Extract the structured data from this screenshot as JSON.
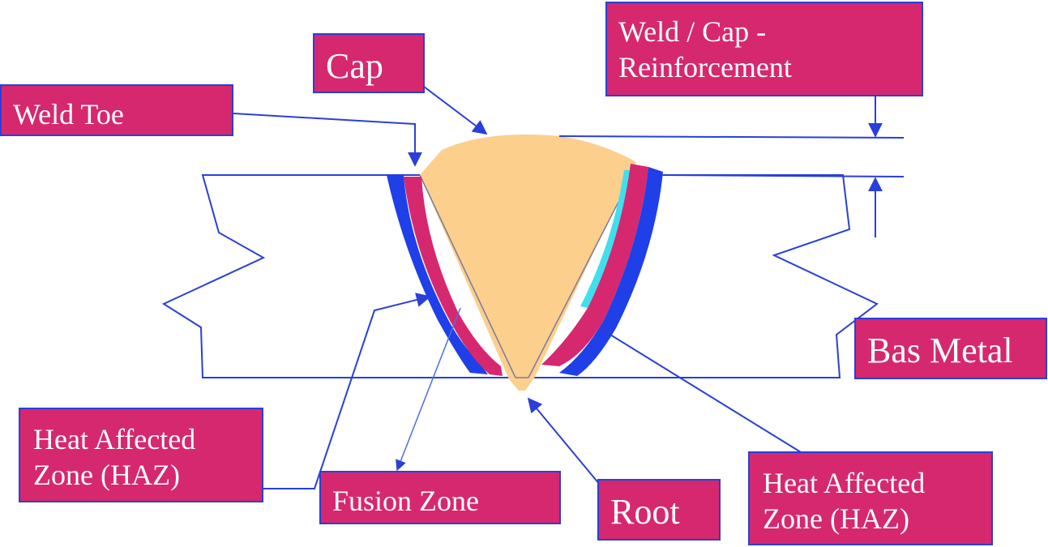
{
  "labels": {
    "cap": "Cap",
    "weld_toe": "Weld Toe",
    "reinforcement_line1": "Weld / Cap -",
    "reinforcement_line2": "Reinforcement",
    "base_metal": "Bas Metal",
    "haz_left_line1": "Heat Affected",
    "haz_left_line2": "Zone (HAZ)",
    "fusion_zone": "Fusion Zone",
    "root": "Root",
    "haz_right_line1": "Heat Affected",
    "haz_right_line2": "Zone (HAZ)"
  },
  "colors": {
    "label_fill": "#d6286f",
    "label_border": "#2a3fd8",
    "line": "#2a3fd8",
    "weld_fill": "#fccf8d",
    "haz_blue": "#1f3fe8",
    "haz_magenta": "#d6286f",
    "haz_cyan": "#3fe0ee"
  }
}
